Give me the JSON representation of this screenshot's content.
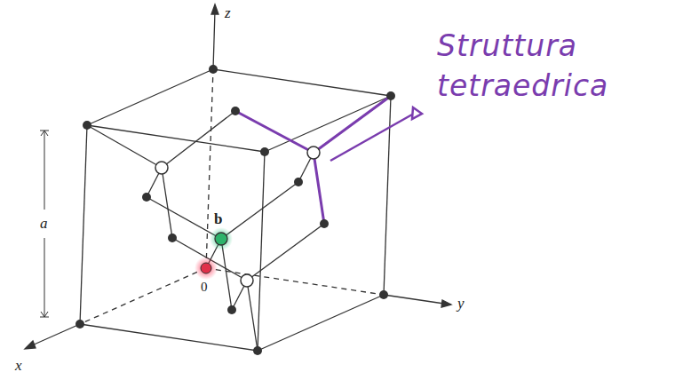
{
  "diagram": {
    "labels": [
      "z",
      "a",
      "b",
      "0",
      "y",
      "x",
      "Struttura tetraedrica"
    ]
  }
}
